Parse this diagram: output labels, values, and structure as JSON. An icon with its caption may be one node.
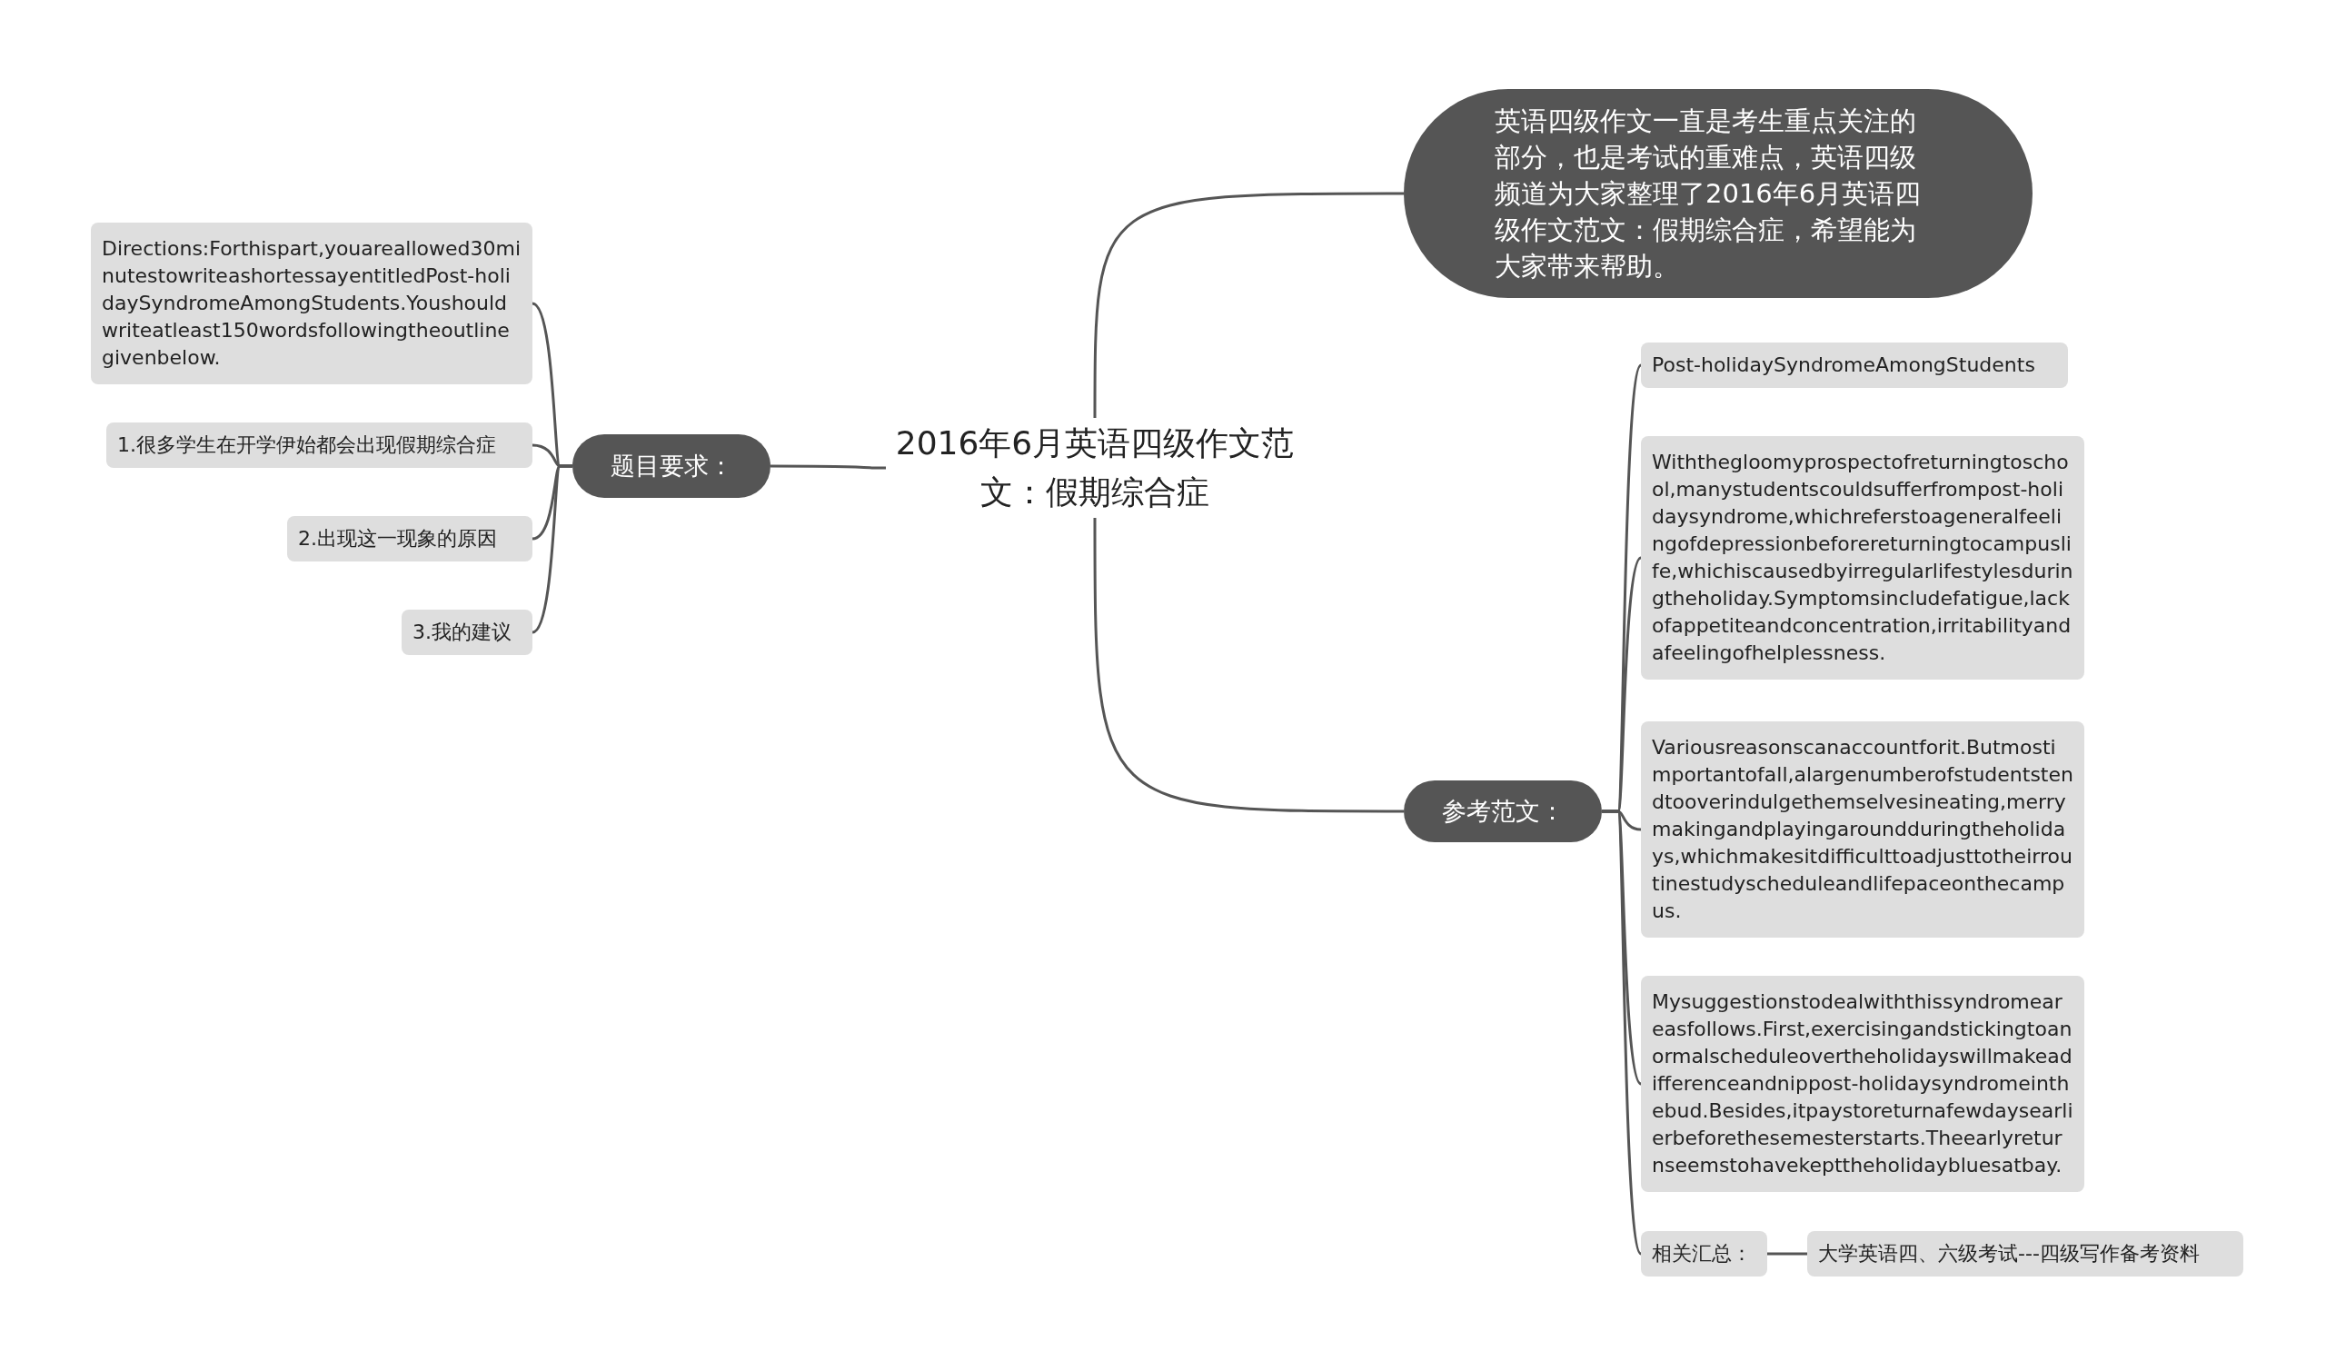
{
  "diagram": {
    "nodes": [
      {
        "text": [
          "2016年6月英语四级作文范文：假期综合症"
        ]
      },
      {
        "text": [
          "英语四级作文一直是考生重点关注的部分，也是考试的重难点，英语四级频道为大家整理了2016年6月英语四级作文范文：假期综合症，希望能为大家带来帮助。"
        ]
      },
      {
        "text": [
          "题目要求："
        ]
      },
      {
        "text": [
          "Directions:Forthispart,youareallowed30minutestowriteashortessayentitledPost-holidaySyndromeAmongStudents.Youshouldwriteatleast150wordsfollowingtheoutlinegivenbelow."
        ]
      },
      {
        "text": [
          "1.很多学生在开学伊始都会出现假期综合症"
        ]
      },
      {
        "text": [
          "2.出现这一现象的原因"
        ]
      },
      {
        "text": [
          "3.我的建议"
        ]
      },
      {
        "text": [
          "参考范文："
        ]
      },
      {
        "text": [
          "Post-holidaySyndromeAmongStudents"
        ]
      },
      {
        "text": [
          "Withthegloomyprospectofreturningtoschool,manystudentscouldsufferfrompost-holidaysyndrome,whichreferstoageneralfeelingofdepressionbeforereturningtocampuslife,whichiscausedbyirregularlifestylesduringtheholiday.Symptomsincludefatigue,lackofappetiteandconcentration,irritabilityandafeelingofhelplessness."
        ]
      },
      {
        "text": [
          "Variousreasonscanaccountforit.Butmostimportantofall,alargenumberofstudentstendtooverindulgethemselvesineating,merrymakingandplayingaroundduringtheholidays,whichmakesitdifficulttoadjusttotheirroutinestudyscheduleandlifepaceonthecampus."
        ]
      },
      {
        "text": [
          "Mysuggestionstodealwiththissyndromeareasfollows.First,exercisingandstickingtoanormalscheduleovertheholidayswillmakeadifferenceandnippost-holidaysyndromeinthebud.Besides,itpaystoreturnafewdaysearlierbeforethesemesterstarts.Theearlyreturnseemstohavekepttheholidaybluesatbay."
        ]
      },
      {
        "text": [
          "相关汇总："
        ]
      },
      {
        "text": [
          "大学英语四、六级考试---四级写作备考资料"
        ]
      }
    ],
    "edges": [
      {
        "from": 0,
        "to": 1,
        "arrow": "none"
      },
      {
        "from": 0,
        "to": 2,
        "arrow": "none"
      },
      {
        "from": 0,
        "to": 7,
        "arrow": "none"
      },
      {
        "from": 2,
        "to": 3,
        "arrow": "none"
      },
      {
        "from": 2,
        "to": 4,
        "arrow": "none"
      },
      {
        "from": 2,
        "to": 5,
        "arrow": "none"
      },
      {
        "from": 2,
        "to": 6,
        "arrow": "none"
      },
      {
        "from": 7,
        "to": 8,
        "arrow": "none"
      },
      {
        "from": 7,
        "to": 9,
        "arrow": "none"
      },
      {
        "from": 7,
        "to": 10,
        "arrow": "none"
      },
      {
        "from": 7,
        "to": 11,
        "arrow": "none"
      },
      {
        "from": 7,
        "to": 12,
        "arrow": "none"
      },
      {
        "from": 12,
        "to": 13,
        "arrow": "none"
      }
    ]
  }
}
